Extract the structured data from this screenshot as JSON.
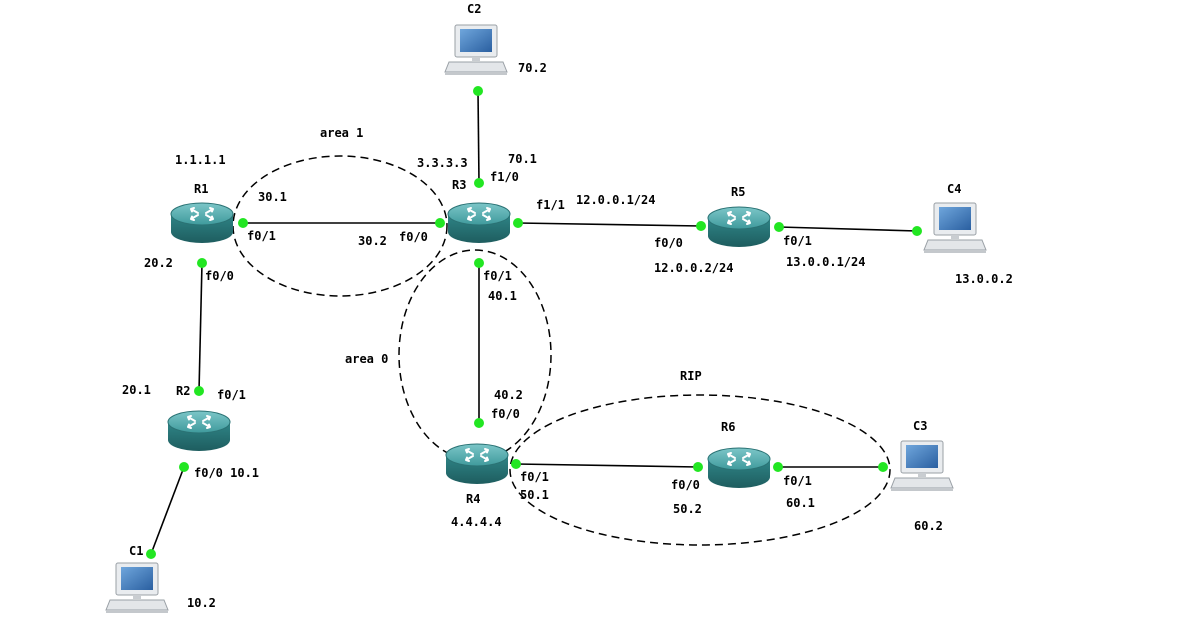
{
  "areas": {
    "area1": "area 1",
    "area0": "area 0",
    "rip": "RIP"
  },
  "routers": {
    "R1": {
      "name": "R1",
      "loopback": "1.1.1.1"
    },
    "R2": {
      "name": "R2"
    },
    "R3": {
      "name": "R3",
      "loopback": "3.3.3.3"
    },
    "R4": {
      "name": "R4",
      "loopback": "4.4.4.4"
    },
    "R5": {
      "name": "R5"
    },
    "R6": {
      "name": "R6"
    }
  },
  "hosts": {
    "C1": {
      "name": "C1",
      "ip": "10.2"
    },
    "C2": {
      "name": "C2",
      "ip": "70.2"
    },
    "C3": {
      "name": "C3",
      "ip": "60.2"
    },
    "C4": {
      "name": "C4",
      "ip": "13.0.0.2"
    }
  },
  "labels": {
    "r1_30_1": "30.1",
    "r1_f0_1": "f0/1",
    "r1_20_2": "20.2",
    "r1_f0_0": "f0/0",
    "r3_30_2": "30.2",
    "r3_f0_0": "f0/0",
    "r3_70_1": "70.1",
    "r3_f1_0": "f1/0",
    "r3_f1_1": "f1/1",
    "r3_12_0_0_1": "12.0.0.1/24",
    "r3_f0_1": "f0/1",
    "r3_40_1": "40.1",
    "r5_f0_0": "f0/0",
    "r5_12_0_0_2": "12.0.0.2/24",
    "r5_f0_1": "f0/1",
    "r5_13_0_0_1": "13.0.0.1/24",
    "r2_20_1": "20.1",
    "r2_f0_1": "f0/1",
    "r2_f0_0_10_1": "f0/0 10.1",
    "r4_40_2": "40.2",
    "r4_f0_0": "f0/0",
    "r4_f0_1": "f0/1",
    "r4_50_1": "50.1",
    "r6_f0_0": "f0/0",
    "r6_50_2": "50.2",
    "r6_f0_1": "f0/1",
    "r6_60_1": "60.1"
  },
  "colors": {
    "router_body": "#2e7e80",
    "router_top": "#4ba6a8",
    "port": "#22e622",
    "screen": "#3c78b8"
  }
}
